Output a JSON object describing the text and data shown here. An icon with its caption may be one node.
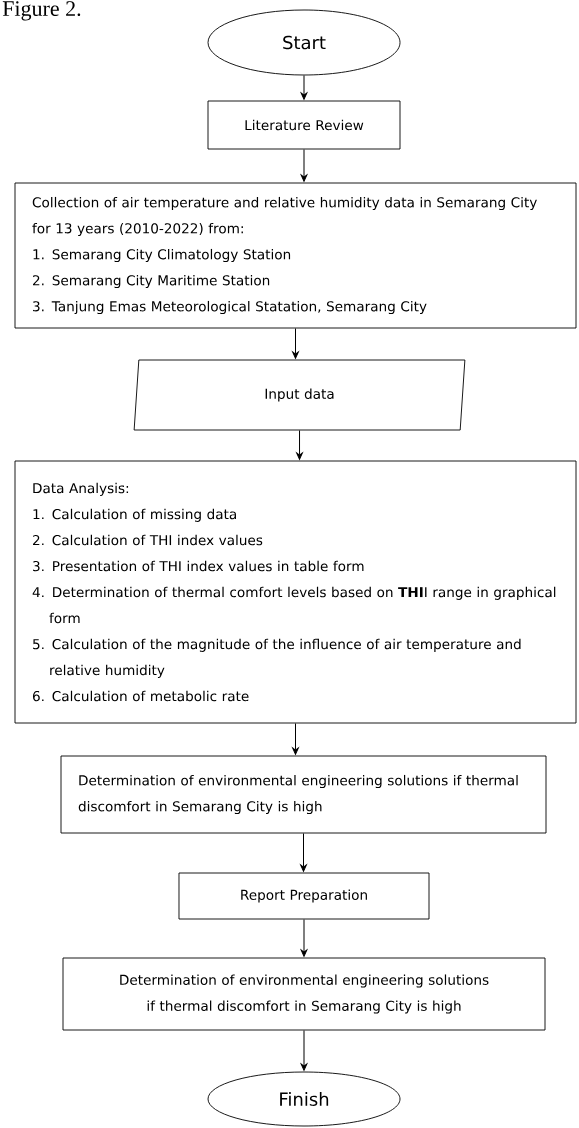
{
  "diagram": {
    "nodes": [
      {
        "text": [
          "Start"
        ]
      },
      {
        "text": [
          "Literature Review"
        ]
      },
      {
        "text": [
          "Collection of air temperature and relative humidity data in Semarang City for 13 years (2010-2022) from:",
          "1. Semarang City Climatology Station",
          "2. Semarang City Maritime Station",
          "3. Tanjung Emas Meteorological Statation, Semarang City"
        ]
      },
      {
        "text": [
          "Input data"
        ]
      },
      {
        "text": [
          "Data Analysis:",
          "1. Calculation of missing data",
          "2. Calculation of THI index values",
          "3. Presentation of THI index values in table form",
          "4. Determination of thermal comfort levels based on **THI**I range in graphical form",
          "5. Calculation of the magnitude of the influence of air temperature and relative humidity",
          "6. Calculation of metabolic rate"
        ]
      },
      {
        "text": [
          "Determination of environmental engineering solutions if thermal discomfort in Semarang City is high"
        ]
      },
      {
        "text": [
          "Report Preparation"
        ]
      },
      {
        "text": [
          "Determination of environmental engineering solutions if thermal discomfort in Semarang City is high"
        ]
      },
      {
        "text": [
          "Finish"
        ]
      }
    ],
    "edges": [
      {
        "from": 0,
        "to": 1,
        "arrow": "to"
      },
      {
        "from": 1,
        "to": 2,
        "arrow": "to"
      },
      {
        "from": 2,
        "to": 3,
        "arrow": "to"
      },
      {
        "from": 3,
        "to": 4,
        "arrow": "to"
      },
      {
        "from": 4,
        "to": 5,
        "arrow": "to"
      },
      {
        "from": 5,
        "to": 6,
        "arrow": "to"
      },
      {
        "from": 6,
        "to": 7,
        "arrow": "to"
      },
      {
        "from": 7,
        "to": 8,
        "arrow": "to"
      }
    ],
    "labels": [
      "Figure 2."
    ]
  }
}
